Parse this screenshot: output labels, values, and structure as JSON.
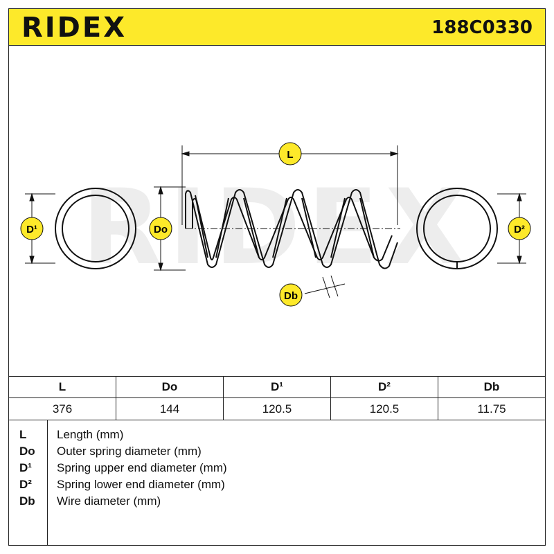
{
  "header": {
    "logo_text": "RIDEX",
    "part_number": "188C0330"
  },
  "diagram": {
    "labels": {
      "L": "L",
      "Do": "Do",
      "D1": "D¹",
      "D2": "D²",
      "Db": "Db"
    },
    "watermark": "RIDEX",
    "badge_color": "#fde92a"
  },
  "table": {
    "headers": [
      "L",
      "Do",
      "D¹",
      "D²",
      "Db"
    ],
    "values": [
      "376",
      "144",
      "120.5",
      "120.5",
      "11.75"
    ]
  },
  "legend": [
    {
      "key": "L",
      "desc": "Length (mm)"
    },
    {
      "key": "Do",
      "desc": "Outer spring diameter (mm)"
    },
    {
      "key": "D¹",
      "desc": "Spring upper end diameter (mm)"
    },
    {
      "key": "D²",
      "desc": "Spring lower end diameter (mm)"
    },
    {
      "key": "Db",
      "desc": "Wire diameter (mm)"
    }
  ]
}
